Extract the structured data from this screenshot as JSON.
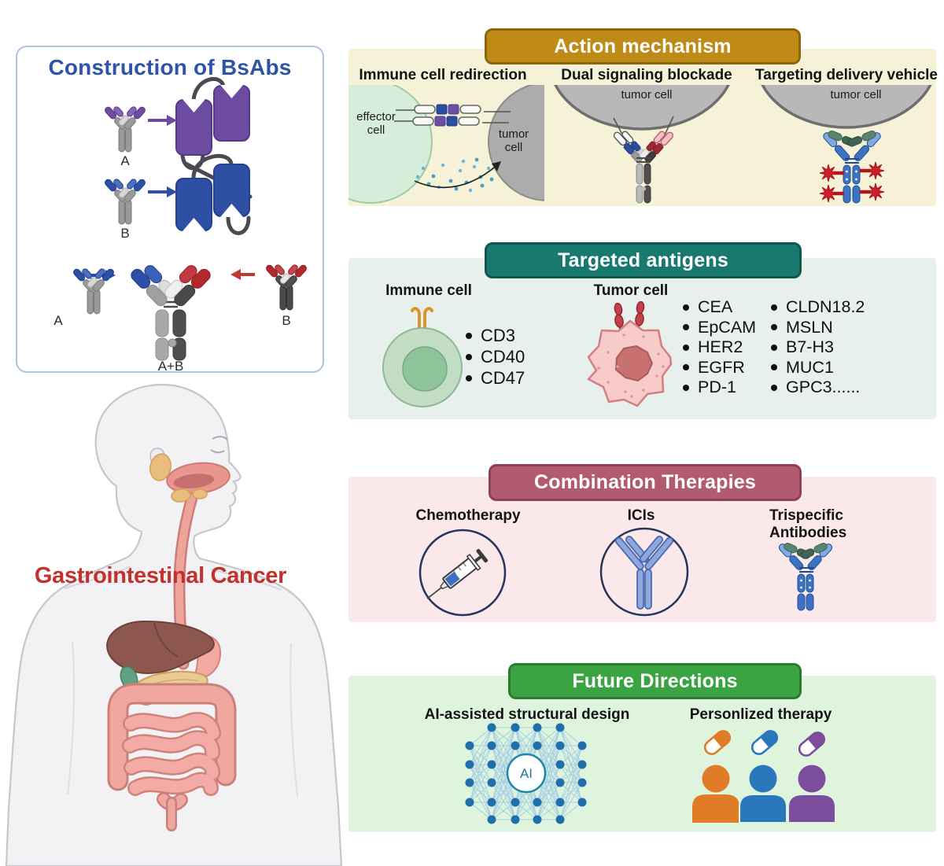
{
  "construction": {
    "title": "Construction of BsAbs",
    "rows": {
      "a": "A",
      "b": "B",
      "a2": "A",
      "b2": "B",
      "ab": "A+B"
    }
  },
  "anatomy": {
    "label": "Gastrointestinal Cancer"
  },
  "panels": {
    "action": {
      "title": "Action mechanism",
      "sections": [
        {
          "label": "Immune cell redirection",
          "effector_label": "effector cell",
          "tumor_label": "tumor cell"
        },
        {
          "label": "Dual signaling blockade",
          "tumor_label": "tumor cell"
        },
        {
          "label": "Targeting delivery vehicle",
          "tumor_label": "tumor cell"
        }
      ]
    },
    "antigens": {
      "title": "Targeted antigens",
      "immune": {
        "label": "Immune cell",
        "items": [
          "CD3",
          "CD40",
          "CD47"
        ]
      },
      "tumor": {
        "label": "Tumor cell",
        "col1": [
          "CEA",
          "EpCAM",
          "HER2",
          "EGFR",
          "PD-1"
        ],
        "col2": [
          "CLDN18.2",
          "MSLN",
          "B7-H3",
          "MUC1",
          "GPC3......"
        ]
      }
    },
    "combination": {
      "title": "Combination Therapies",
      "items": [
        {
          "label": "Chemotherapy"
        },
        {
          "label": "ICIs"
        },
        {
          "label": "Trispecific Antibodies"
        }
      ]
    },
    "future": {
      "title": "Future Directions",
      "ai": {
        "label": "AI-assisted structural design",
        "badge": "AI"
      },
      "personalized": {
        "label": "Personlized therapy"
      }
    }
  },
  "colors": {
    "action_accent": "#C08A17",
    "action_bg": "#F5F2D7",
    "antigens_accent": "#19796F",
    "antigens_bg": "#E7F0ED",
    "combination_accent": "#B25A6E",
    "combination_bg": "#FAE8EA",
    "future_accent": "#3AA443",
    "future_bg": "#DEF4DD",
    "construction_title": "#2E54A8",
    "gi_label": "#C4302B",
    "pill_colors": [
      "#E07C26",
      "#2A77BD",
      "#7C4D9C"
    ]
  }
}
